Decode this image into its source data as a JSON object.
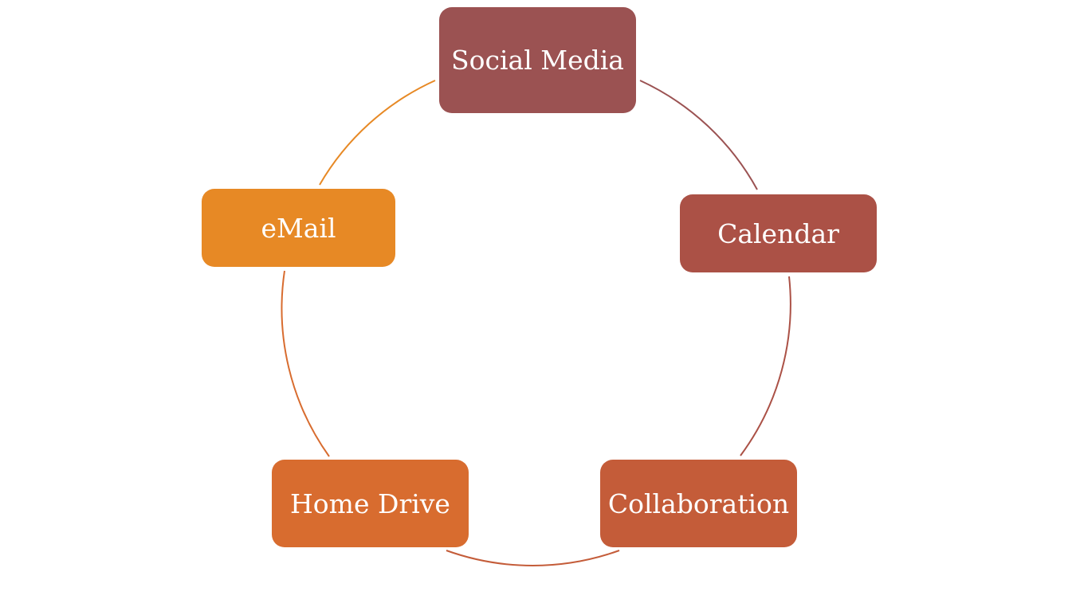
{
  "diagram": {
    "type": "cycle",
    "nodes": [
      {
        "id": "social-media",
        "label": "Social Media",
        "color": "#9b5252"
      },
      {
        "id": "calendar",
        "label": "Calendar",
        "color": "#ab5146"
      },
      {
        "id": "collaboration",
        "label": "Collaboration",
        "color": "#c45c39"
      },
      {
        "id": "home-drive",
        "label": "Home Drive",
        "color": "#d86c2f"
      },
      {
        "id": "email",
        "label": "eMail",
        "color": "#e78925"
      }
    ],
    "connectors": [
      {
        "from": "social-media",
        "to": "calendar",
        "color": "#9b5252"
      },
      {
        "from": "calendar",
        "to": "collaboration",
        "color": "#ab5146"
      },
      {
        "from": "collaboration",
        "to": "home-drive",
        "color": "#c45c39"
      },
      {
        "from": "home-drive",
        "to": "email",
        "color": "#d86c2f"
      },
      {
        "from": "email",
        "to": "social-media",
        "color": "#e78925"
      }
    ]
  }
}
